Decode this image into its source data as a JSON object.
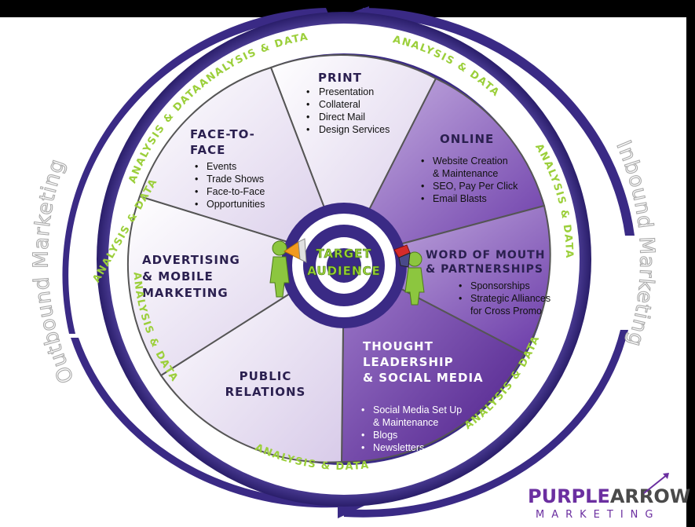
{
  "side_labels": {
    "outbound": "Outbound Marketing",
    "inbound": "Inbound Marketing"
  },
  "ring_label": "ANALYSIS & DATA",
  "center": {
    "line1": "TARGET",
    "line2": "AUDIENCE"
  },
  "segments": {
    "print": {
      "title": [
        "PRINT"
      ],
      "items": [
        "Presentation",
        "Collateral",
        "Direct Mail",
        "Design Services"
      ]
    },
    "online": {
      "title": [
        "ONLINE"
      ],
      "items": [
        "Website Creation",
        "& Maintenance",
        "SEO, Pay Per Click",
        "Email Blasts"
      ]
    },
    "word_of_mouth": {
      "title": [
        "WORD OF MOUTH",
        "& PARTNERSHIPS"
      ],
      "items": [
        "Sponsorships",
        "Strategic Alliances",
        "for Cross Promo"
      ]
    },
    "thought_leadership": {
      "title": [
        "THOUGHT",
        "LEADERSHIP",
        "& SOCIAL MEDIA"
      ],
      "items": [
        "Social Media Set Up",
        "& Maintenance",
        "Blogs",
        "Newsletters"
      ]
    },
    "public_relations": {
      "title": [
        "PUBLIC",
        "RELATIONS"
      ],
      "items": []
    },
    "advertising": {
      "title": [
        "ADVERTISING",
        "& MOBILE",
        "MARKETING"
      ],
      "items": []
    },
    "face_to_face": {
      "title": [
        "FACE-TO-",
        "FACE"
      ],
      "items": [
        "Events",
        "Trade Shows",
        "Face-to-Face",
        "Opportunities"
      ]
    }
  },
  "logo": {
    "purple": "PURPLE",
    "arrow": "ARROW",
    "sub": "MARKETING"
  },
  "colors": {
    "ring": "#3a2a85",
    "green": "#9bcf3a",
    "purple": "#6b2fa0"
  }
}
